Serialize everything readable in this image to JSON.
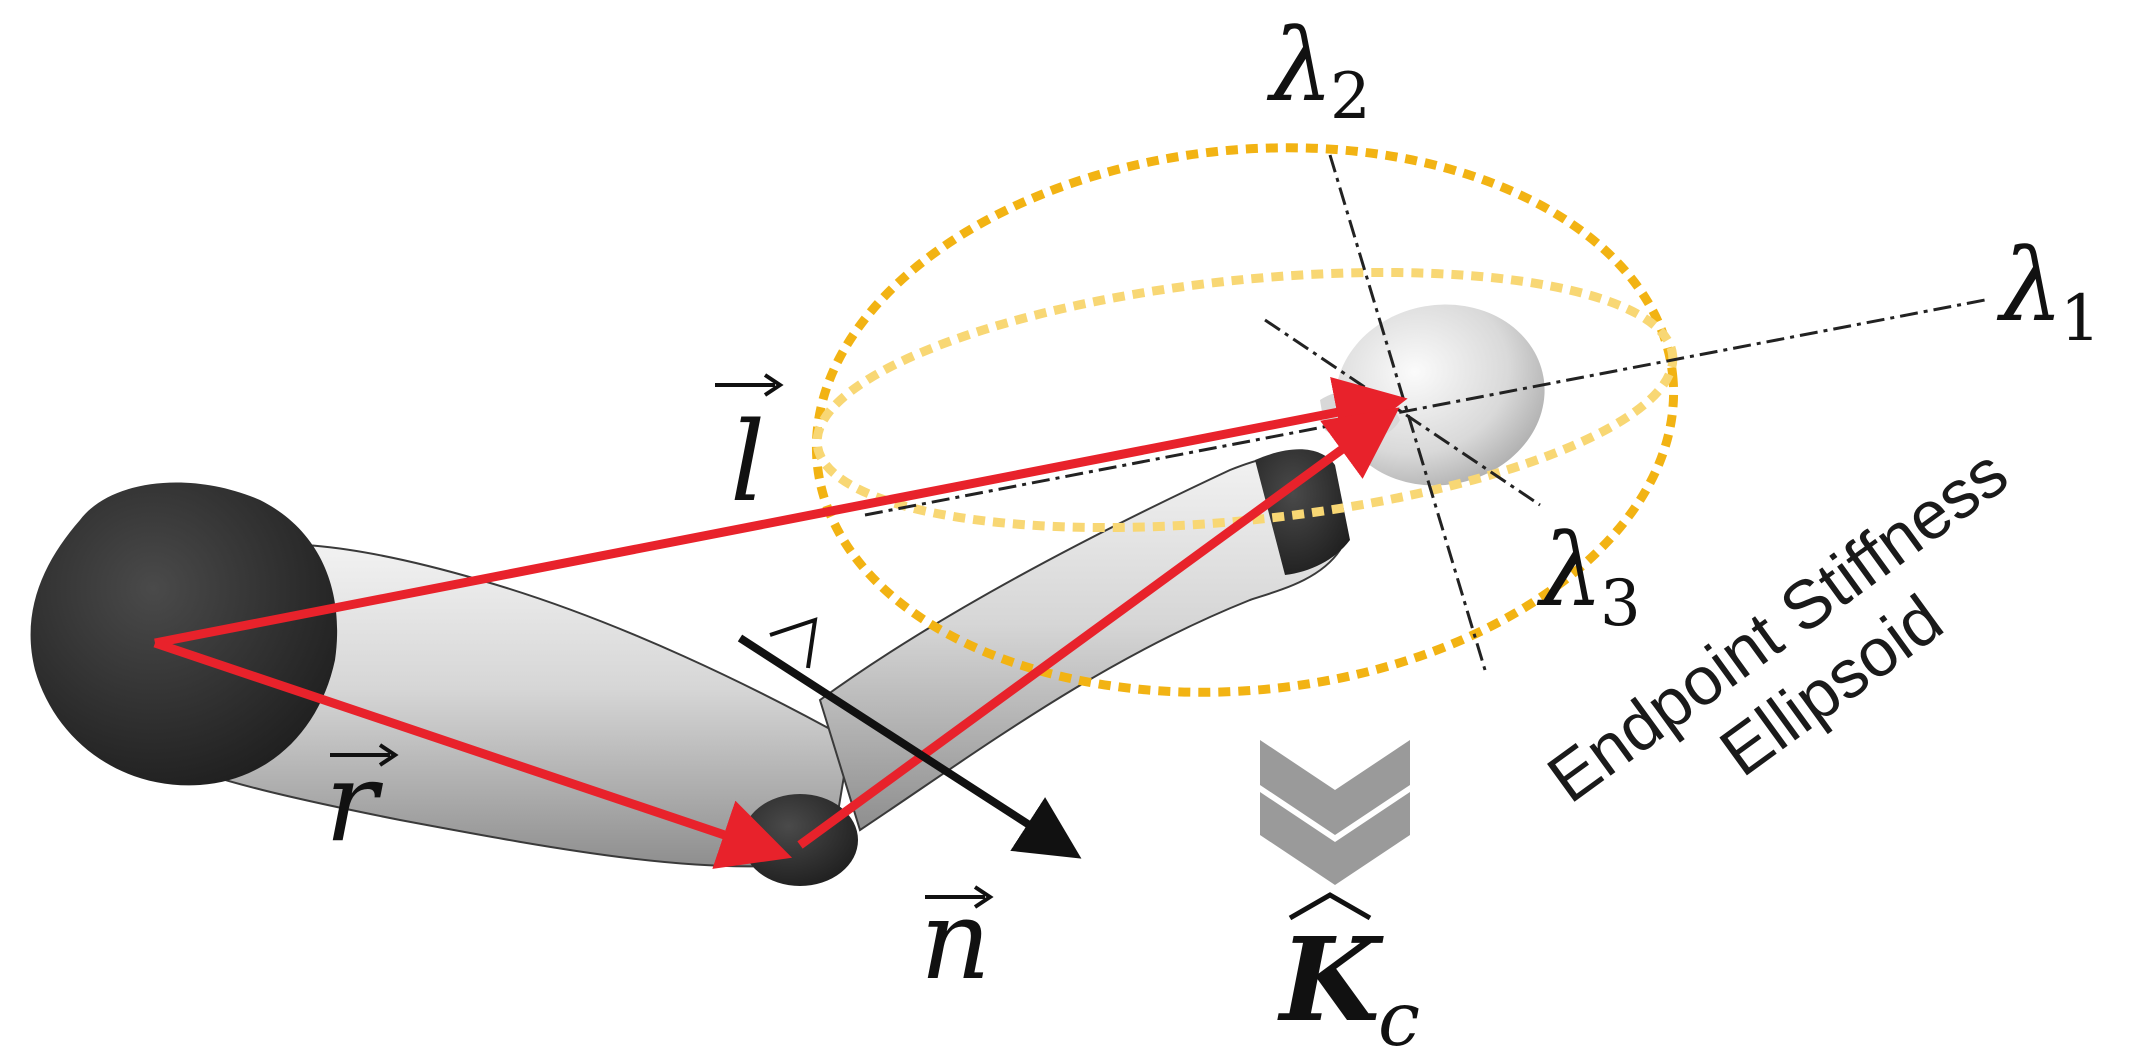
{
  "labels": {
    "l_vector": "l",
    "r_vector": "r",
    "n_vector": "n",
    "lambda1": "λ",
    "lambda1_sub": "1",
    "lambda2": "λ",
    "lambda2_sub": "2",
    "lambda3": "λ",
    "lambda3_sub": "3",
    "k_hat": "K",
    "k_hat_sub": "c",
    "ellipsoid_line1": "Endpoint Stiffness",
    "ellipsoid_line2": "Ellipsoid"
  },
  "colors": {
    "vector_red": "#e8222b",
    "normal_black": "#111111",
    "ellipse_outer": "#f2b313",
    "ellipse_inner": "#f8d774",
    "joint_dark": "#2c2c2c",
    "limb_gray": "#c8c8c8",
    "chevron_gray": "#9a9a9a"
  },
  "icons": {
    "shoulder": "sphere-joint",
    "elbow": "sphere-joint",
    "hand": "hand-shape",
    "down_chevron": "double-chevron-down-icon"
  }
}
